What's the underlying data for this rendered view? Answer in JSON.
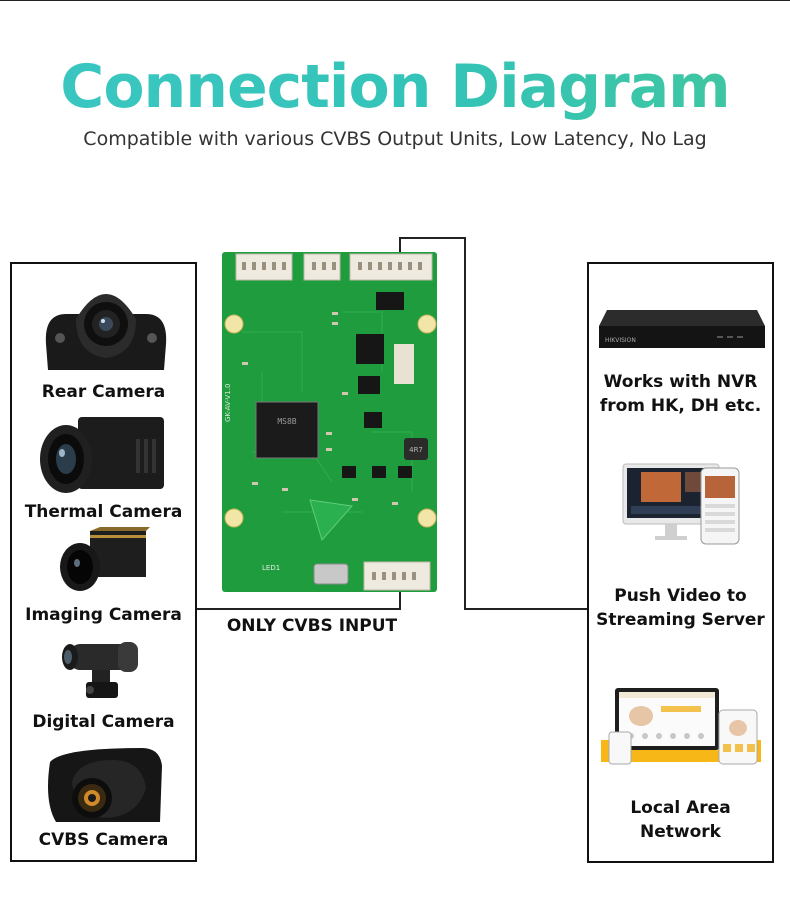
{
  "header": {
    "title": "Connection Diagram",
    "subtitle": "Compatible with various CVBS Output Units, Low Latency, No Lag"
  },
  "inputs": [
    {
      "label": "Rear Camera",
      "icon": "rear-camera-icon"
    },
    {
      "label": "Thermal Camera",
      "icon": "thermal-camera-icon"
    },
    {
      "label": "Imaging Camera",
      "icon": "imaging-camera-icon"
    },
    {
      "label": "Digital Camera",
      "icon": "digital-camera-icon"
    },
    {
      "label": "CVBS Camera",
      "icon": "cvbs-camera-icon"
    }
  ],
  "board": {
    "label": "ONLY CVBS INPUT",
    "chip_text": "MS8B",
    "silk_top": "GK-AV-V1.0",
    "led_label": "LED1",
    "inductor_label": "4R7"
  },
  "outputs": [
    {
      "label_line1": "Works with NVR",
      "label_line2": "from HK, DH etc.",
      "icon": "nvr-icon",
      "nvr_brand": "HIKVISION"
    },
    {
      "label_line1": "Push Video to",
      "label_line2": "Streaming Server",
      "icon": "streaming-devices-icon"
    },
    {
      "label_line1": "Local Area Network",
      "label_line2": "",
      "icon": "lan-devices-icon"
    }
  ],
  "colors": {
    "title_gradient_start": "#3cc7c2",
    "title_gradient_end": "#41c79d",
    "pcb_green": "#1f9c3e",
    "line": "#222222"
  }
}
